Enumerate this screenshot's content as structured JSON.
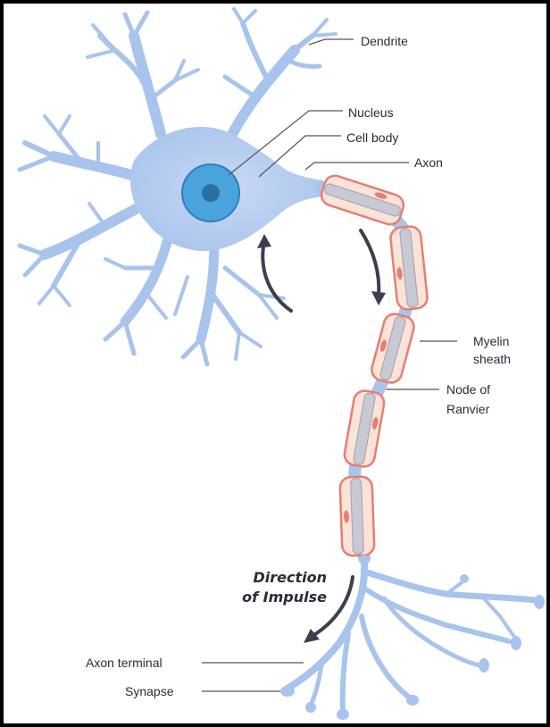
{
  "labels": {
    "dendrite": "Dendrite",
    "nucleus": "Nucleus",
    "cell_body": "Cell body",
    "axon": "Axon",
    "myelin_line1": "Myelin",
    "myelin_line2": "sheath",
    "node_line1": "Node of",
    "node_line2": "Ranvier",
    "direction_line1": "Direction",
    "direction_line2": "of Impulse",
    "axon_terminal": "Axon terminal",
    "synapse": "Synapse"
  },
  "colors": {
    "neuron_fill": "#a9c4ec",
    "neuron_stroke": "#7fa3dc",
    "nucleus_fill": "#4aa3dc",
    "nucleolus_fill": "#2a6f9e",
    "myelin_fill": "#fbe3d7",
    "myelin_stroke": "#e47f74",
    "axon_core": "#c9c9d3",
    "arrow": "#3b3f4e",
    "leader_line": "#555555"
  }
}
